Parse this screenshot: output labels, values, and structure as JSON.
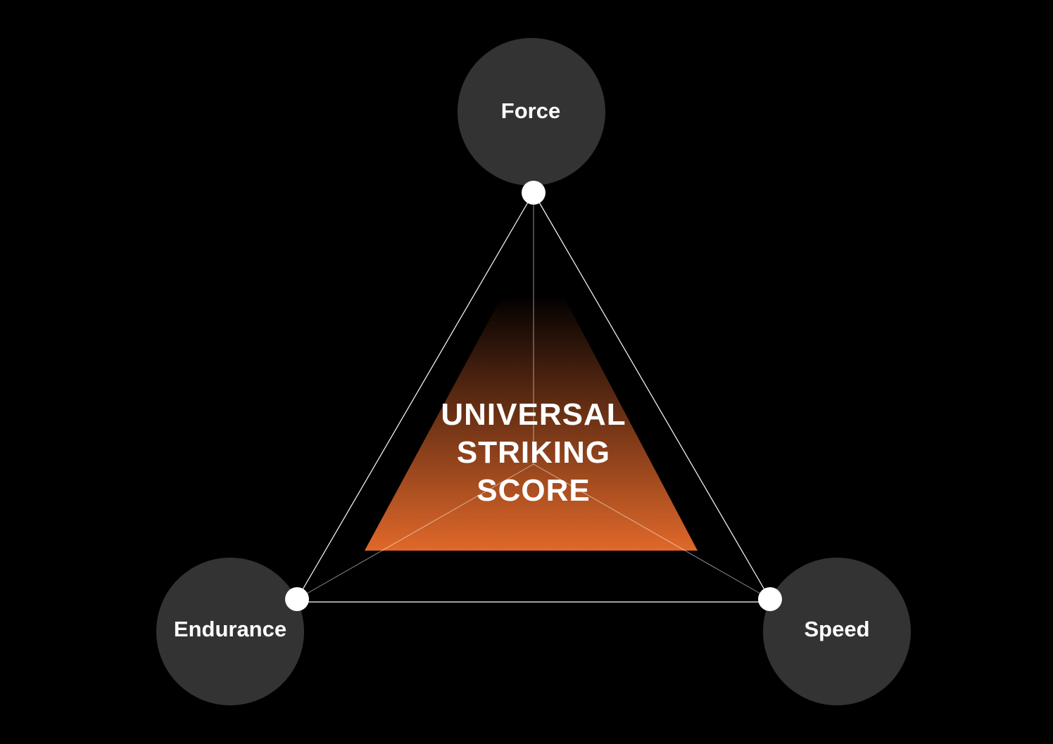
{
  "diagram": {
    "center_title_lines": [
      "UNIVERSAL",
      "STRIKING",
      "SCORE"
    ],
    "nodes": {
      "top": {
        "label": "Force"
      },
      "left": {
        "label": "Endurance"
      },
      "right": {
        "label": "Speed"
      }
    }
  },
  "colors": {
    "background": "#000000",
    "node_fill": "#333333",
    "edge_line": "#ffffff",
    "connector_dot": "#ffffff",
    "accent_gradient_top": "#000000",
    "accent_gradient_bottom": "#e0682a"
  }
}
